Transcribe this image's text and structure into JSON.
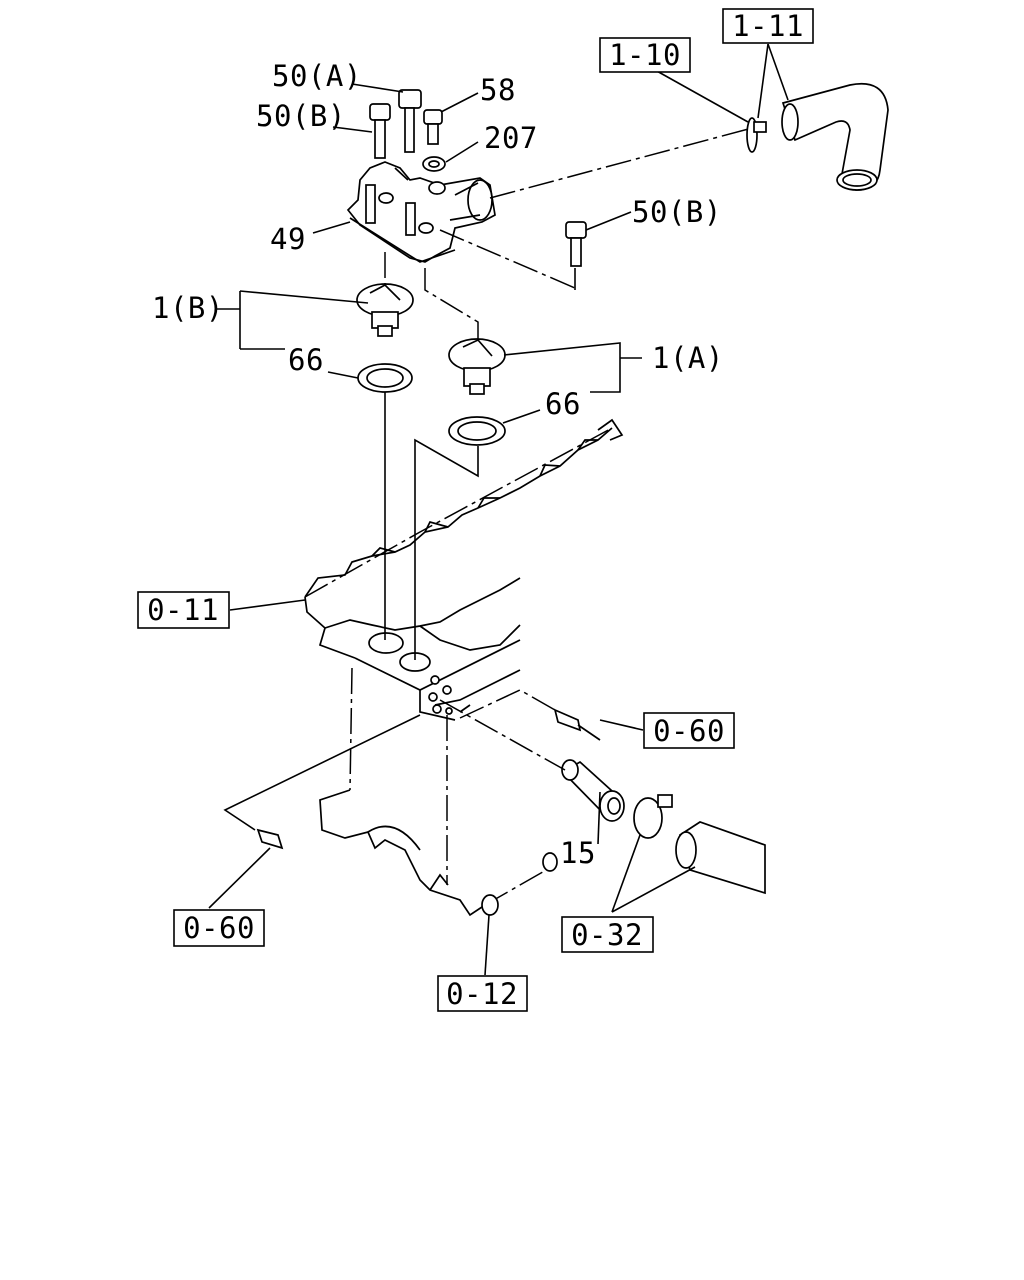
{
  "labels": {
    "bolt_50a": "50(A)",
    "bolt_58": "58",
    "bolt_50b_top": "50(B)",
    "washer_207": "207",
    "housing_49": "49",
    "bolt_50b_right": "50(B)",
    "thermostat_1b": "1(B)",
    "gasket_66_left": "66",
    "thermostat_1a": "1(A)",
    "gasket_66_right": "66",
    "pipe_15": "15"
  },
  "ref_boxes": {
    "ref_1_10": "1-10",
    "ref_1_11": "1-11",
    "ref_0_11": "0-11",
    "ref_0_60_right": "0-60",
    "ref_0_60_left": "0-60",
    "ref_0_32": "0-32",
    "ref_0_12": "0-12"
  }
}
